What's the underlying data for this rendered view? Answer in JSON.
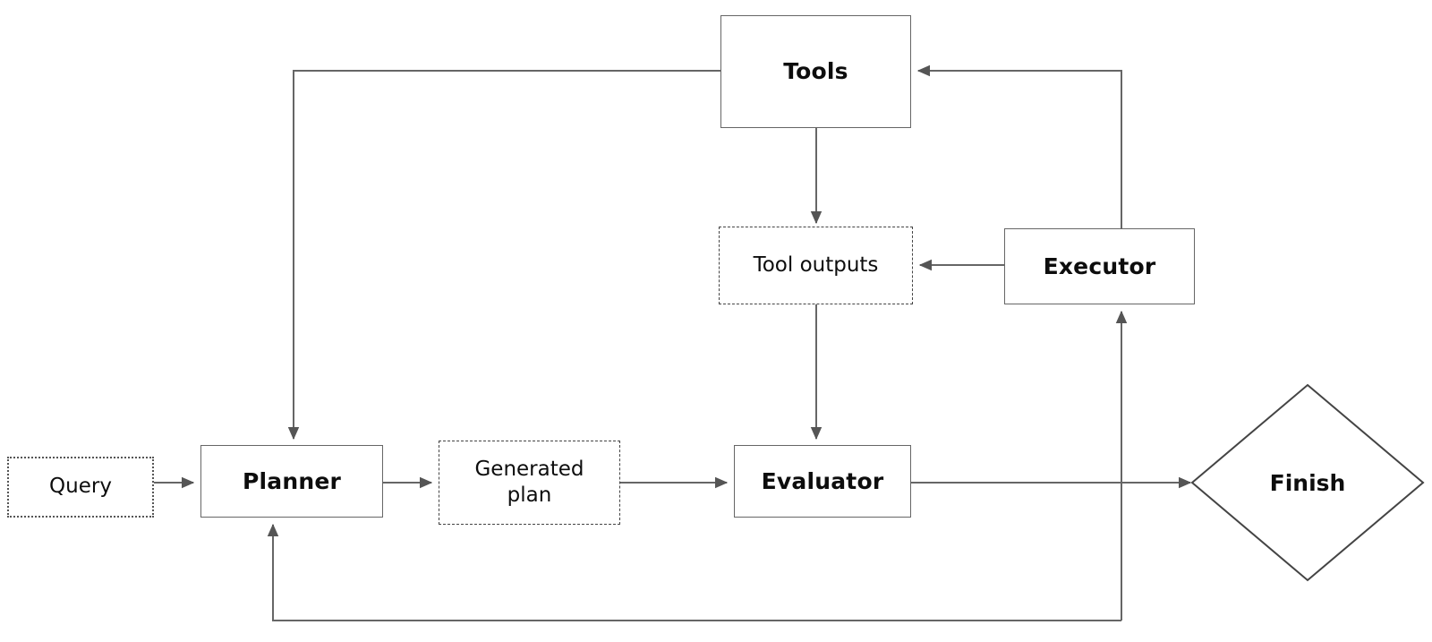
{
  "diagram": {
    "title": "Agent planning loop flowchart",
    "stroke_color": "#666666",
    "dashed_stroke_color": "#444444",
    "dotted_stroke_color": "#555555",
    "arrow_color": "#555555",
    "text_color": "#0d0d0d",
    "background": "#ffffff"
  },
  "nodes": {
    "query": {
      "label": "Query",
      "shape": "rectangle",
      "border": "dotted",
      "emphasis": "plain"
    },
    "planner": {
      "label": "Planner",
      "shape": "rectangle",
      "border": "solid",
      "emphasis": "bold"
    },
    "generated_plan": {
      "label_line1": "Generated",
      "label_line2": "plan",
      "shape": "rectangle",
      "border": "dashed",
      "emphasis": "plain"
    },
    "evaluator": {
      "label": "Evaluator",
      "shape": "rectangle",
      "border": "solid",
      "emphasis": "bold"
    },
    "tools": {
      "label": "Tools",
      "shape": "rectangle",
      "border": "solid",
      "emphasis": "bold"
    },
    "tool_outputs": {
      "label": "Tool outputs",
      "shape": "rectangle",
      "border": "dashed",
      "emphasis": "plain"
    },
    "executor": {
      "label": "Executor",
      "shape": "rectangle",
      "border": "solid",
      "emphasis": "bold"
    },
    "finish": {
      "label": "Finish",
      "shape": "diamond",
      "border": "solid",
      "emphasis": "bold"
    }
  },
  "edges": [
    {
      "name": "query-to-planner",
      "from": "query",
      "to": "planner",
      "arrow": true
    },
    {
      "name": "planner-to-generated-plan",
      "from": "planner",
      "to": "generated_plan",
      "arrow": true
    },
    {
      "name": "generated-plan-to-evaluator",
      "from": "generated_plan",
      "to": "evaluator",
      "arrow": true
    },
    {
      "name": "evaluator-to-finish",
      "from": "evaluator",
      "to": "finish",
      "arrow": true
    },
    {
      "name": "tools-to-tool-outputs",
      "from": "tools",
      "to": "tool_outputs",
      "arrow": true
    },
    {
      "name": "tool-outputs-to-evaluator",
      "from": "tool_outputs",
      "to": "evaluator",
      "arrow": true
    },
    {
      "name": "executor-to-tool-outputs",
      "from": "executor",
      "to": "tool_outputs",
      "arrow": true
    },
    {
      "name": "executor-to-tools",
      "from": "executor",
      "to": "tools",
      "arrow": true
    },
    {
      "name": "tools-to-planner",
      "from": "tools",
      "to": "planner",
      "arrow": true
    },
    {
      "name": "loop-to-executor",
      "from": "evaluator",
      "to": "executor",
      "arrow": true
    },
    {
      "name": "loop-to-planner",
      "from": "evaluator",
      "to": "planner",
      "arrow": true
    }
  ]
}
